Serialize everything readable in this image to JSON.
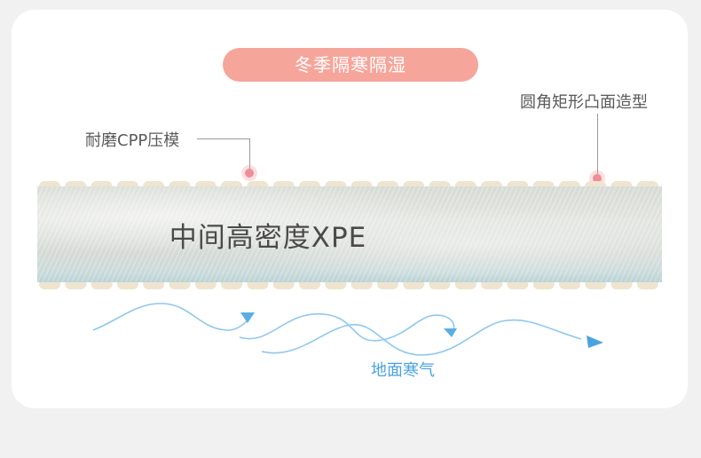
{
  "banner": {
    "title": "冬季隔寒隔湿"
  },
  "callouts": {
    "left": "耐磨CPP压模",
    "right": "圆角矩形凸面造型"
  },
  "mat": {
    "core_label": "中间高密度XPE"
  },
  "airflow": {
    "label": "地面寒气"
  },
  "colors": {
    "pill": "#f6a59b",
    "dot": "#ef8e98",
    "bump": "#eee4d0",
    "wave": "#6db7e6",
    "background": "#f1f1f1"
  }
}
